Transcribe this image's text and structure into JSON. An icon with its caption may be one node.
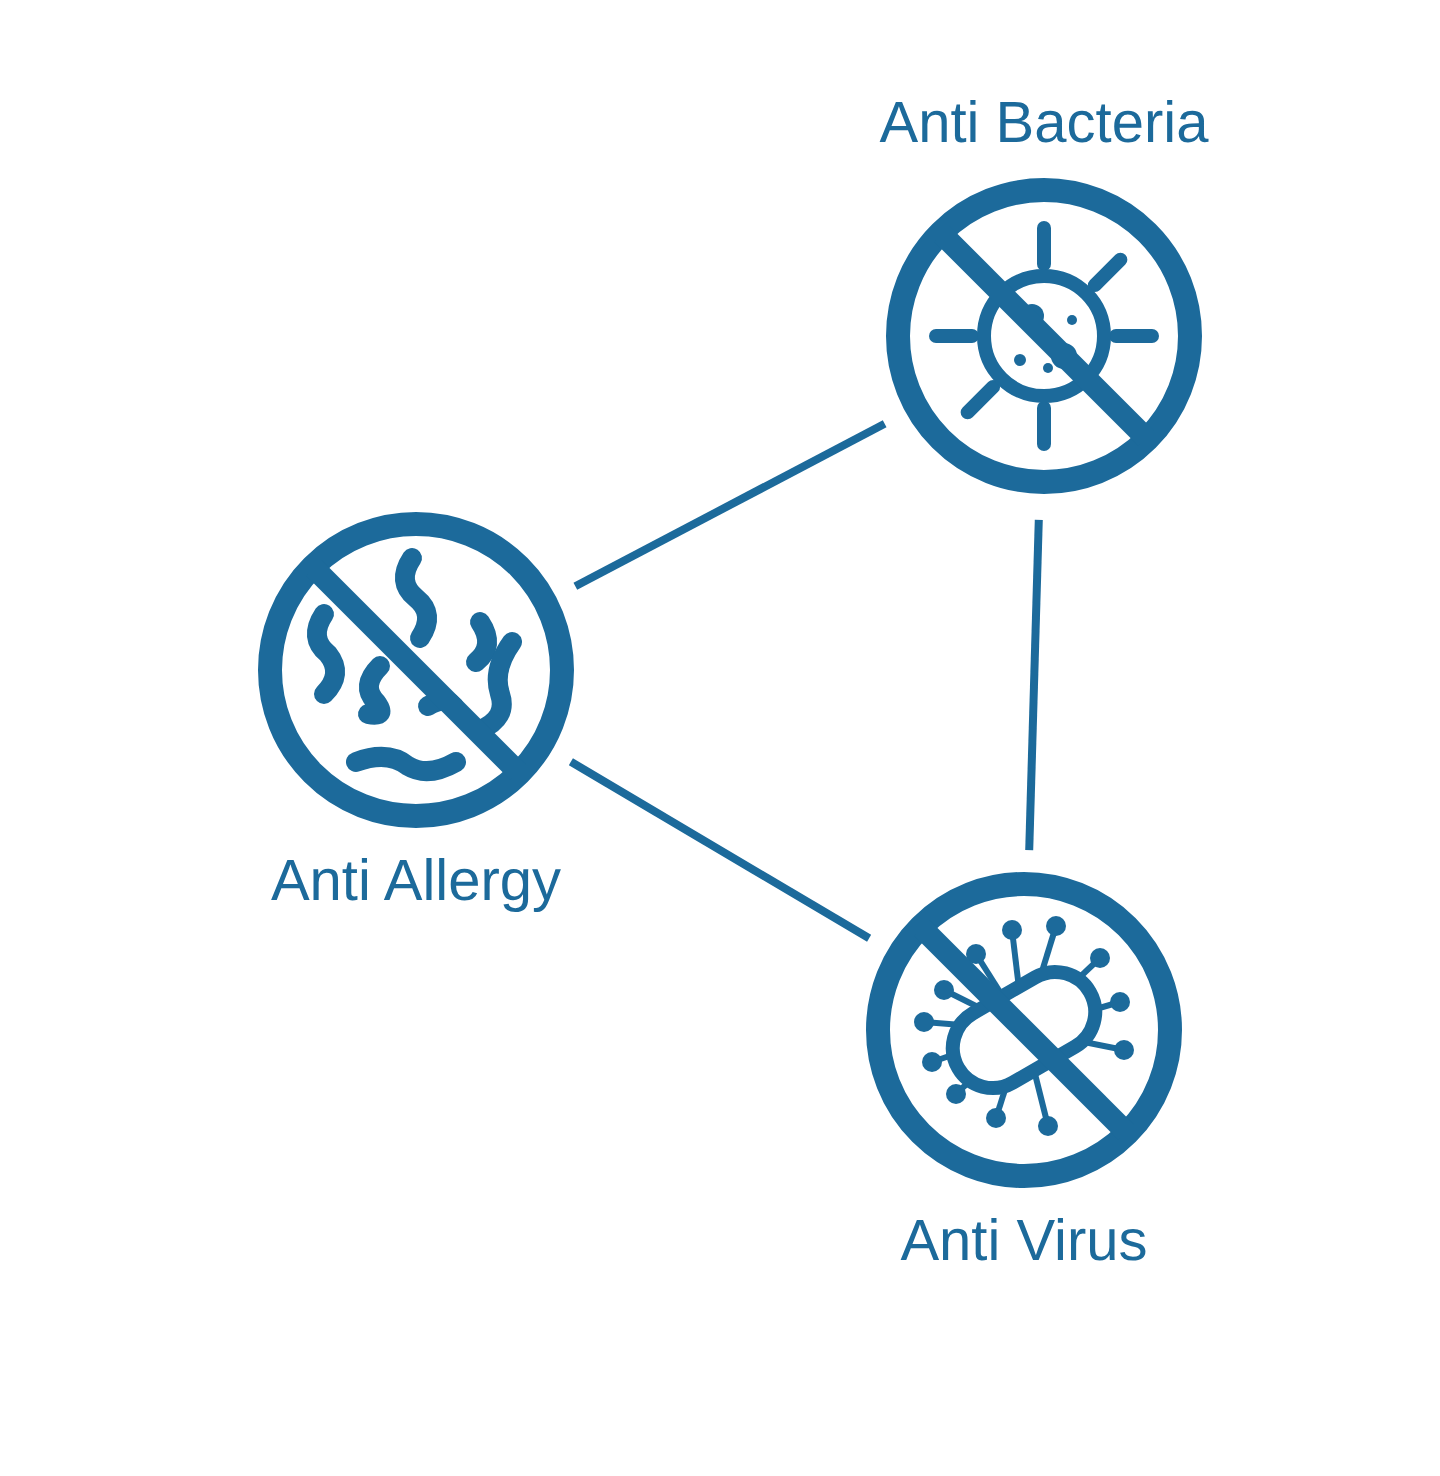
{
  "diagram": {
    "nodes": [
      {
        "text": [
          "Anti Bacteria"
        ]
      },
      {
        "text": [
          "Anti Allergy"
        ]
      },
      {
        "text": [
          "Anti Virus"
        ]
      }
    ],
    "edges": [
      {
        "from": 1,
        "to": 0,
        "arrow": "none"
      },
      {
        "from": 0,
        "to": 2,
        "arrow": "none"
      },
      {
        "from": 1,
        "to": 2,
        "arrow": "none"
      }
    ]
  }
}
